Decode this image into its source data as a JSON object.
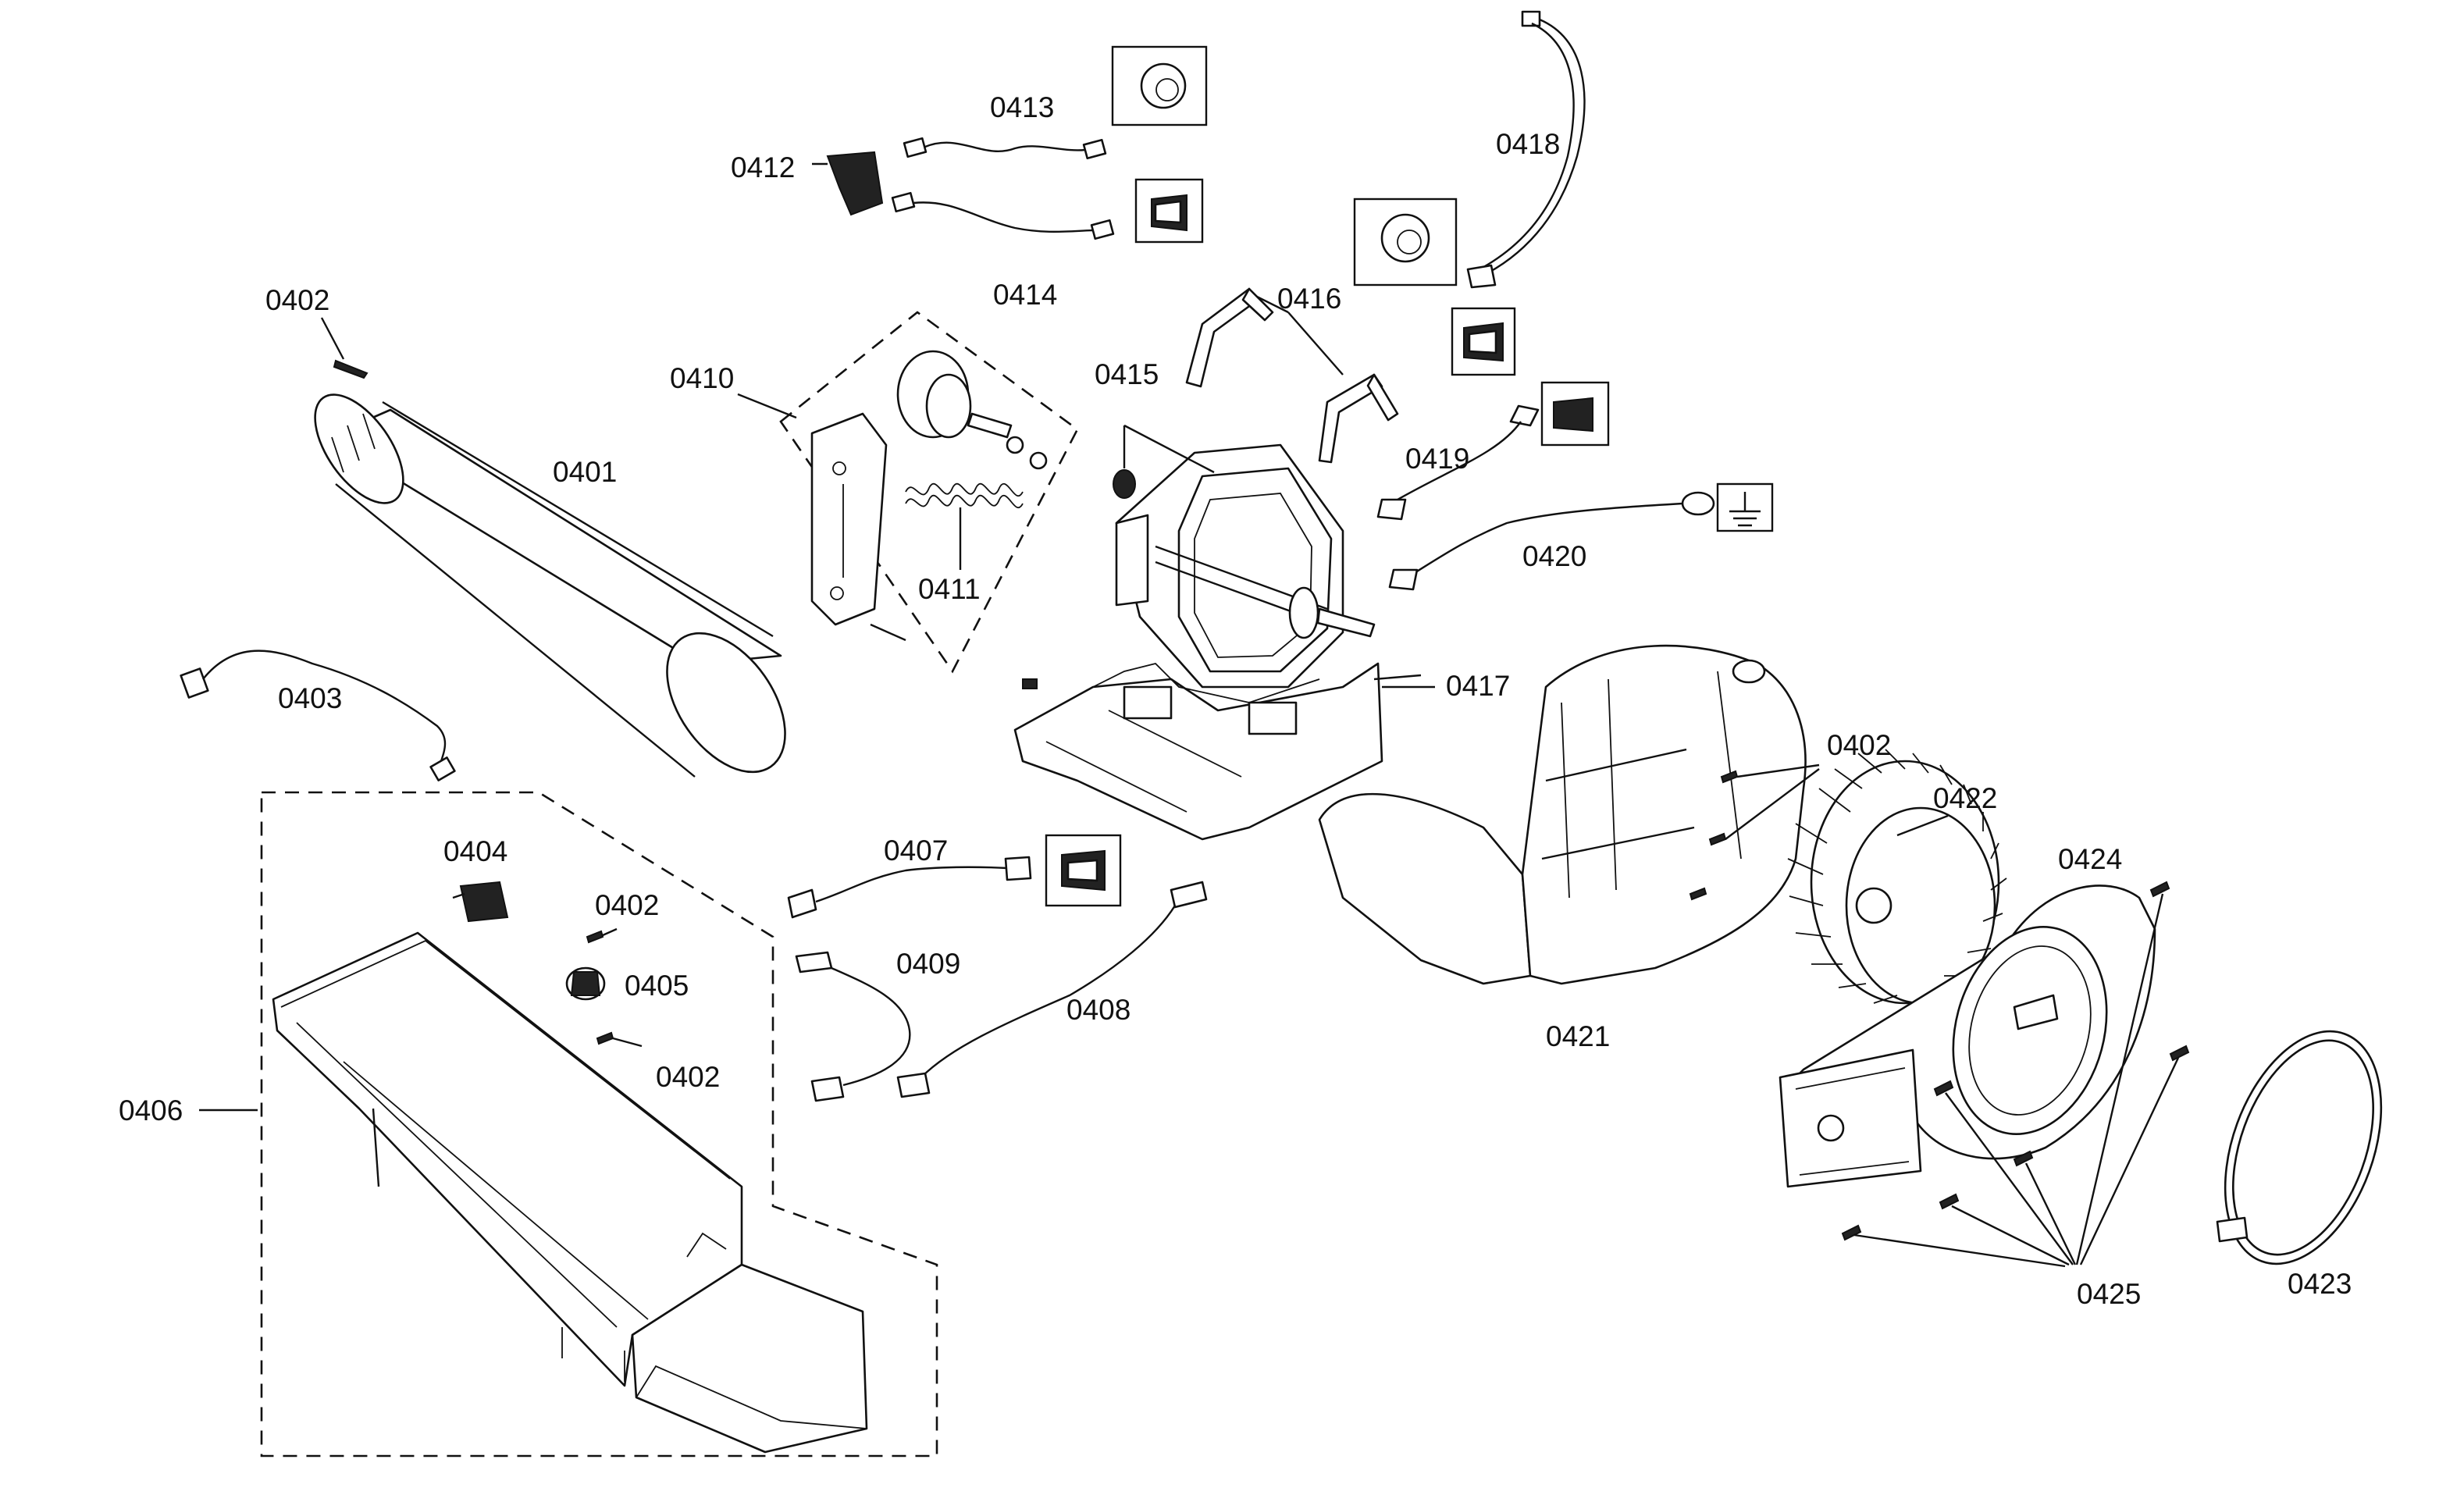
{
  "diagram": {
    "labels": {
      "p0401": "0401",
      "p0402a": "0402",
      "p0402b": "0402",
      "p0402c": "0402",
      "p0402d": "0402",
      "p0403": "0403",
      "p0404": "0404",
      "p0405": "0405",
      "p0406": "0406",
      "p0407": "0407",
      "p0408": "0408",
      "p0409": "0409",
      "p0410": "0410",
      "p0411": "0411",
      "p0412": "0412",
      "p0413": "0413",
      "p0414": "0414",
      "p0415": "0415",
      "p0416": "0416",
      "p0417": "0417",
      "p0418": "0418",
      "p0419": "0419",
      "p0420": "0420",
      "p0421": "0421",
      "p0422": "0422",
      "p0423": "0423",
      "p0424": "0424",
      "p0425": "0425"
    }
  }
}
